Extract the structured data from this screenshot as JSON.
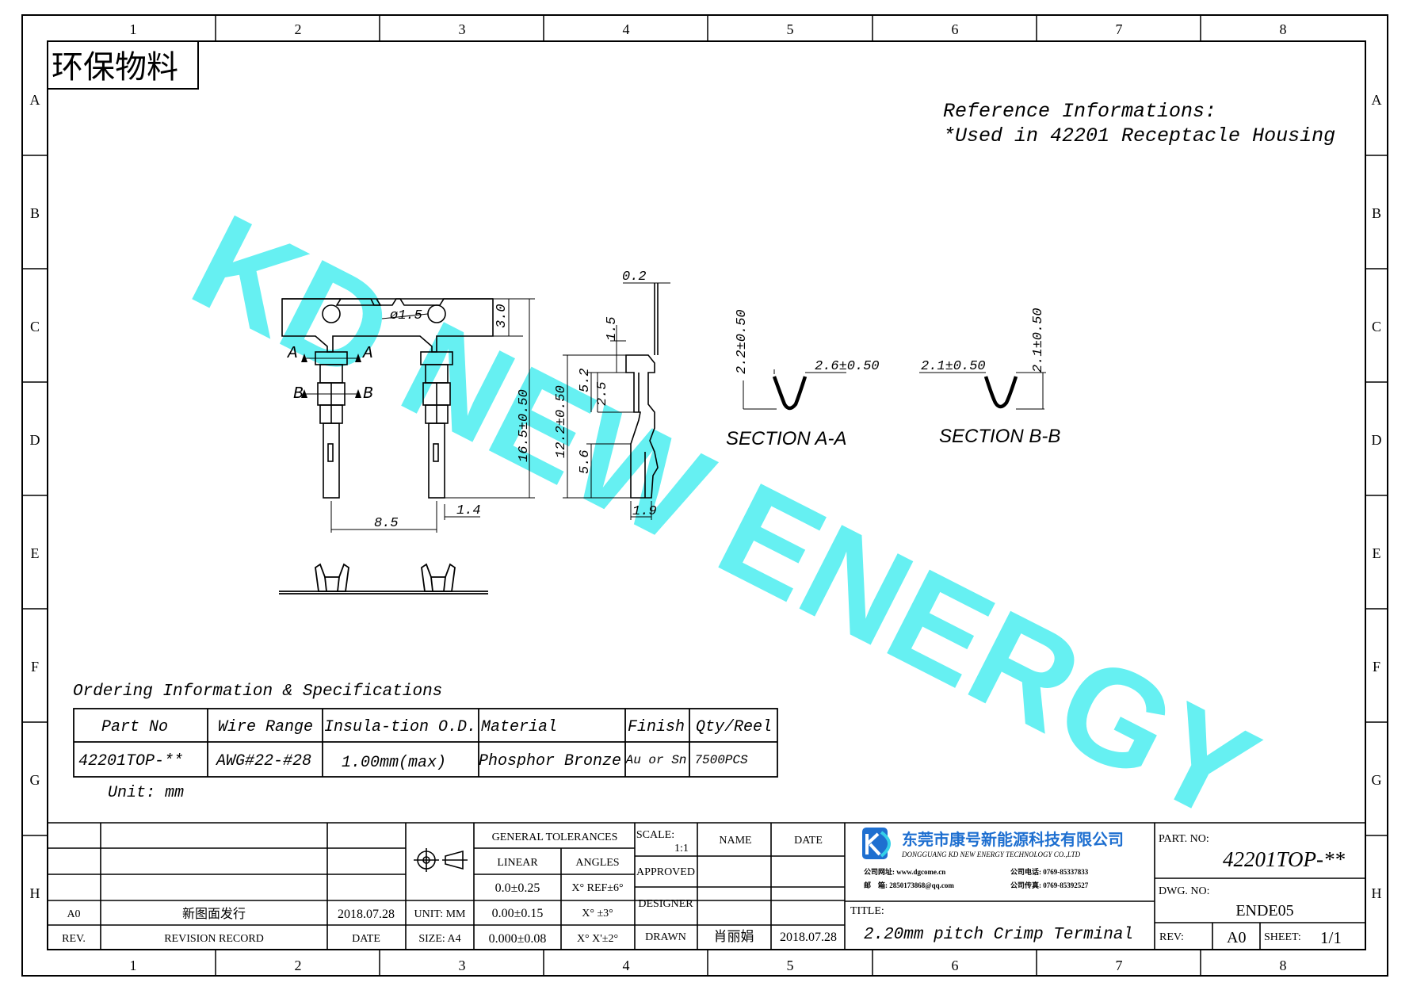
{
  "frame": {
    "columns": [
      "1",
      "2",
      "3",
      "4",
      "5",
      "6",
      "7",
      "8"
    ],
    "rows": [
      "A",
      "B",
      "C",
      "D",
      "E",
      "F",
      "G",
      "H"
    ]
  },
  "eco_badge": "环保物料",
  "watermark": "KD NEW ENERGY",
  "reference": {
    "heading": "Reference Informations:",
    "note": "*Used in 42201 Receptacle Housing"
  },
  "dimensions": {
    "hole": "ø1.5",
    "top_height": "3.0",
    "overall_length": "16.5±0.50",
    "pitch": "8.5",
    "tail_width": "1.4",
    "side_length": "12.2±0.50",
    "side_a": "1.5",
    "side_b": "5.2",
    "side_c": "2.5",
    "side_d": "5.6",
    "thickness": "0.2",
    "side_width": "1.9",
    "section_a_height": "2.2±0.50",
    "section_a_width": "2.6±0.50",
    "section_b_width": "2.1±0.50",
    "section_b_height": "2.1±0.50",
    "marker_a": "A",
    "marker_b": "B"
  },
  "sections": {
    "a": "SECTION A-A",
    "b": "SECTION B-B"
  },
  "ordering": {
    "title": "Ordering Information & Specifications",
    "headers": [
      "Part No",
      "Wire Range",
      "Insula-tion O.D.",
      "Material",
      "Finish",
      "Qty/Reel"
    ],
    "row": [
      "42201TOP-**",
      "AWG#22-#28",
      "1.00mm(max)",
      "Phosphor Bronze",
      "Au or Sn",
      "7500PCS"
    ],
    "unit": "Unit: mm"
  },
  "title_block": {
    "rev_label": "REV.",
    "revision_record_label": "REVISION RECORD",
    "date_label": "DATE",
    "rev_entry": "A0",
    "revision_entry": "新图面发行",
    "date_entry": "2018.07.28",
    "unit_label": "UNIT: MM",
    "size_label": "SIZE: A4",
    "general_tolerances": "GENERAL TOLERANCES",
    "linear_label": "LINEAR",
    "angles_label": "ANGLES",
    "linear_values": [
      "0.0±0.25",
      "0.00±0.15",
      "0.000±0.08"
    ],
    "angle_values": [
      "X° REF±6°",
      "X° ±3°",
      "X° X'±2°"
    ],
    "scale_label": "SCALE:",
    "scale_value": "1:1",
    "name_label": "NAME",
    "date_col_label": "DATE",
    "approved_label": "APPROVED",
    "designer_label": "DESIGNER",
    "drawn_label": "DRAWN",
    "drawn_name": "肖丽娟",
    "drawn_date": "2018.07.28",
    "company_cn": "东莞市康号新能源科技有限公司",
    "company_en": "DONGGUANG KD NEW ENERGY TECHNOLOGY CO.,LTD",
    "company_contacts": [
      "公司网址: www.dgcome.cn",
      "公司电话: 0769-85337833",
      "邮　箱: 2850173868@qq.com",
      "公司传真: 0769-85392527"
    ],
    "title_label": "TITLE:",
    "title_value": "2.20mm pitch Crimp Terminal",
    "part_no_label": "PART. NO:",
    "part_no_value": "42201TOP-**",
    "dwg_no_label": "DWG. NO:",
    "dwg_no_value": "ENDE05",
    "rev_box_label": "REV:",
    "rev_box_value": "A0",
    "sheet_label": "SHEET:",
    "sheet_value": "1/1"
  },
  "colors": {
    "watermark": "#5ef0f2",
    "logo_blue": "#1e6fd0",
    "ink": "#000000"
  }
}
